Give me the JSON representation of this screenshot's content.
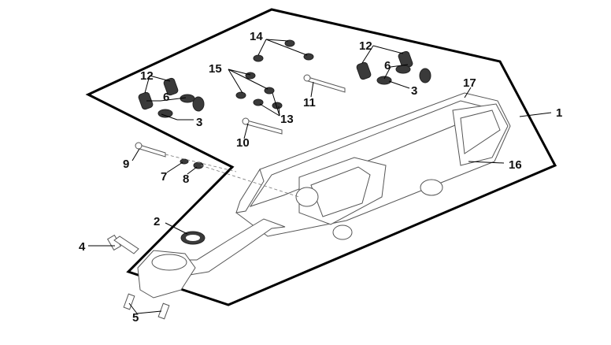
{
  "callouts": {
    "c1": "1",
    "c2": "2",
    "c3a": "3",
    "c3b": "3",
    "c4": "4",
    "c5": "5",
    "c6a": "6",
    "c6b": "6",
    "c7": "7",
    "c8": "8",
    "c9": "9",
    "c10": "10",
    "c11": "11",
    "c12a": "12",
    "c12b": "12",
    "c13": "13",
    "c14": "14",
    "c15": "15",
    "c16": "16",
    "c17": "17"
  },
  "colors": {
    "outline": "#000000",
    "part_line": "#555555",
    "dark_part": "#3a3a3a"
  }
}
